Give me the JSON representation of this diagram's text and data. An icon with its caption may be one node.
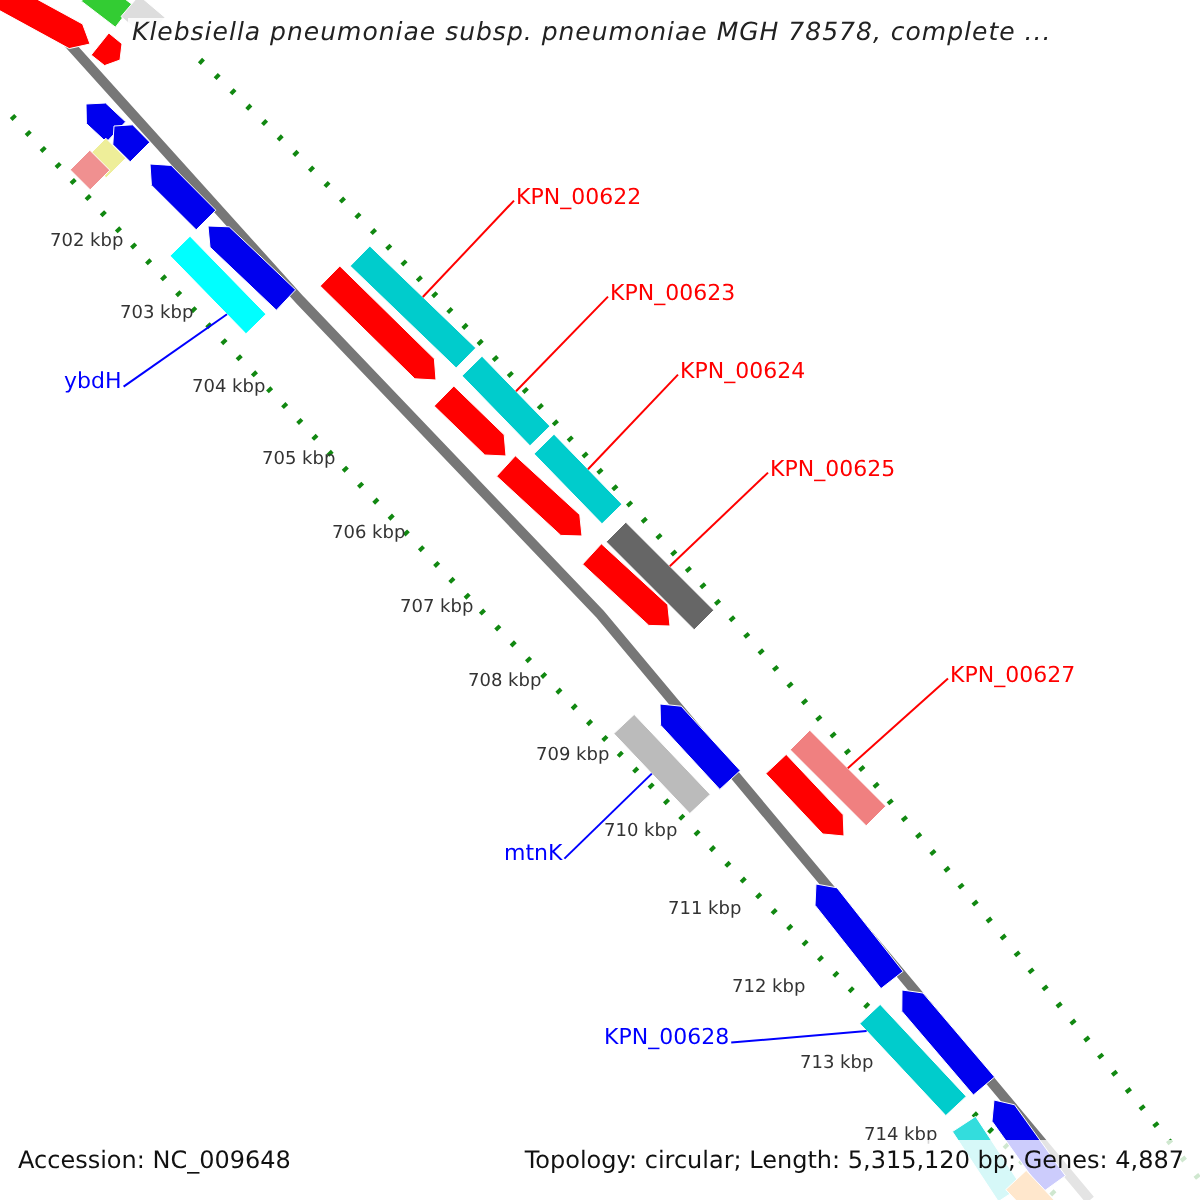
{
  "diagram": {
    "title": "Klebsiella pneumoniae subsp. pneumoniae MGH 78578, complete ...",
    "nodes": [
      {
        "text": [
          "KPN_00622"
        ]
      },
      {
        "text": [
          "KPN_00623"
        ]
      },
      {
        "text": [
          "KPN_00624"
        ]
      },
      {
        "text": [
          "ybdH"
        ]
      },
      {
        "text": [
          "KPN_00625"
        ]
      },
      {
        "text": [
          "KPN_00627"
        ]
      },
      {
        "text": [
          "mtnK"
        ]
      },
      {
        "text": [
          "KPN_00628"
        ]
      },
      {
        "text": [],
        "shape": "bar"
      },
      {
        "text": [],
        "shape": "bar"
      },
      {
        "text": [],
        "shape": "bar"
      },
      {
        "text": [],
        "shape": "bar"
      },
      {
        "text": [],
        "shape": "bar"
      },
      {
        "text": [],
        "shape": "bar"
      },
      {
        "text": [],
        "shape": "bar"
      },
      {
        "text": [],
        "shape": "bar"
      }
    ],
    "edges": [
      {
        "from": 0,
        "to": 8,
        "arrow": "none"
      },
      {
        "from": 1,
        "to": 9,
        "arrow": "none"
      },
      {
        "from": 2,
        "to": 10,
        "arrow": "none"
      },
      {
        "from": 3,
        "to": 11,
        "arrow": "none",
        "color": "#0000ff"
      },
      {
        "from": 4,
        "to": 12,
        "arrow": "none"
      },
      {
        "from": 5,
        "to": 13,
        "arrow": "none"
      },
      {
        "from": 6,
        "to": 14,
        "arrow": "none",
        "color": "#0000ff"
      },
      {
        "from": 7,
        "to": 15,
        "arrow": "none",
        "color": "#0000ff"
      }
    ],
    "labels": [
      "702 kbp",
      "703 kbp",
      "704 kbp",
      "705 kbp",
      "706 kbp",
      "707 kbp",
      "708 kbp",
      "709 kbp",
      "710 kbp",
      "711 kbp",
      "712 kbp",
      "713 kbp",
      "714 kbp",
      "Accession: NC_009648",
      "Topology: circular; Length: 5,315,120 bp; Genes: 4,887"
    ]
  }
}
